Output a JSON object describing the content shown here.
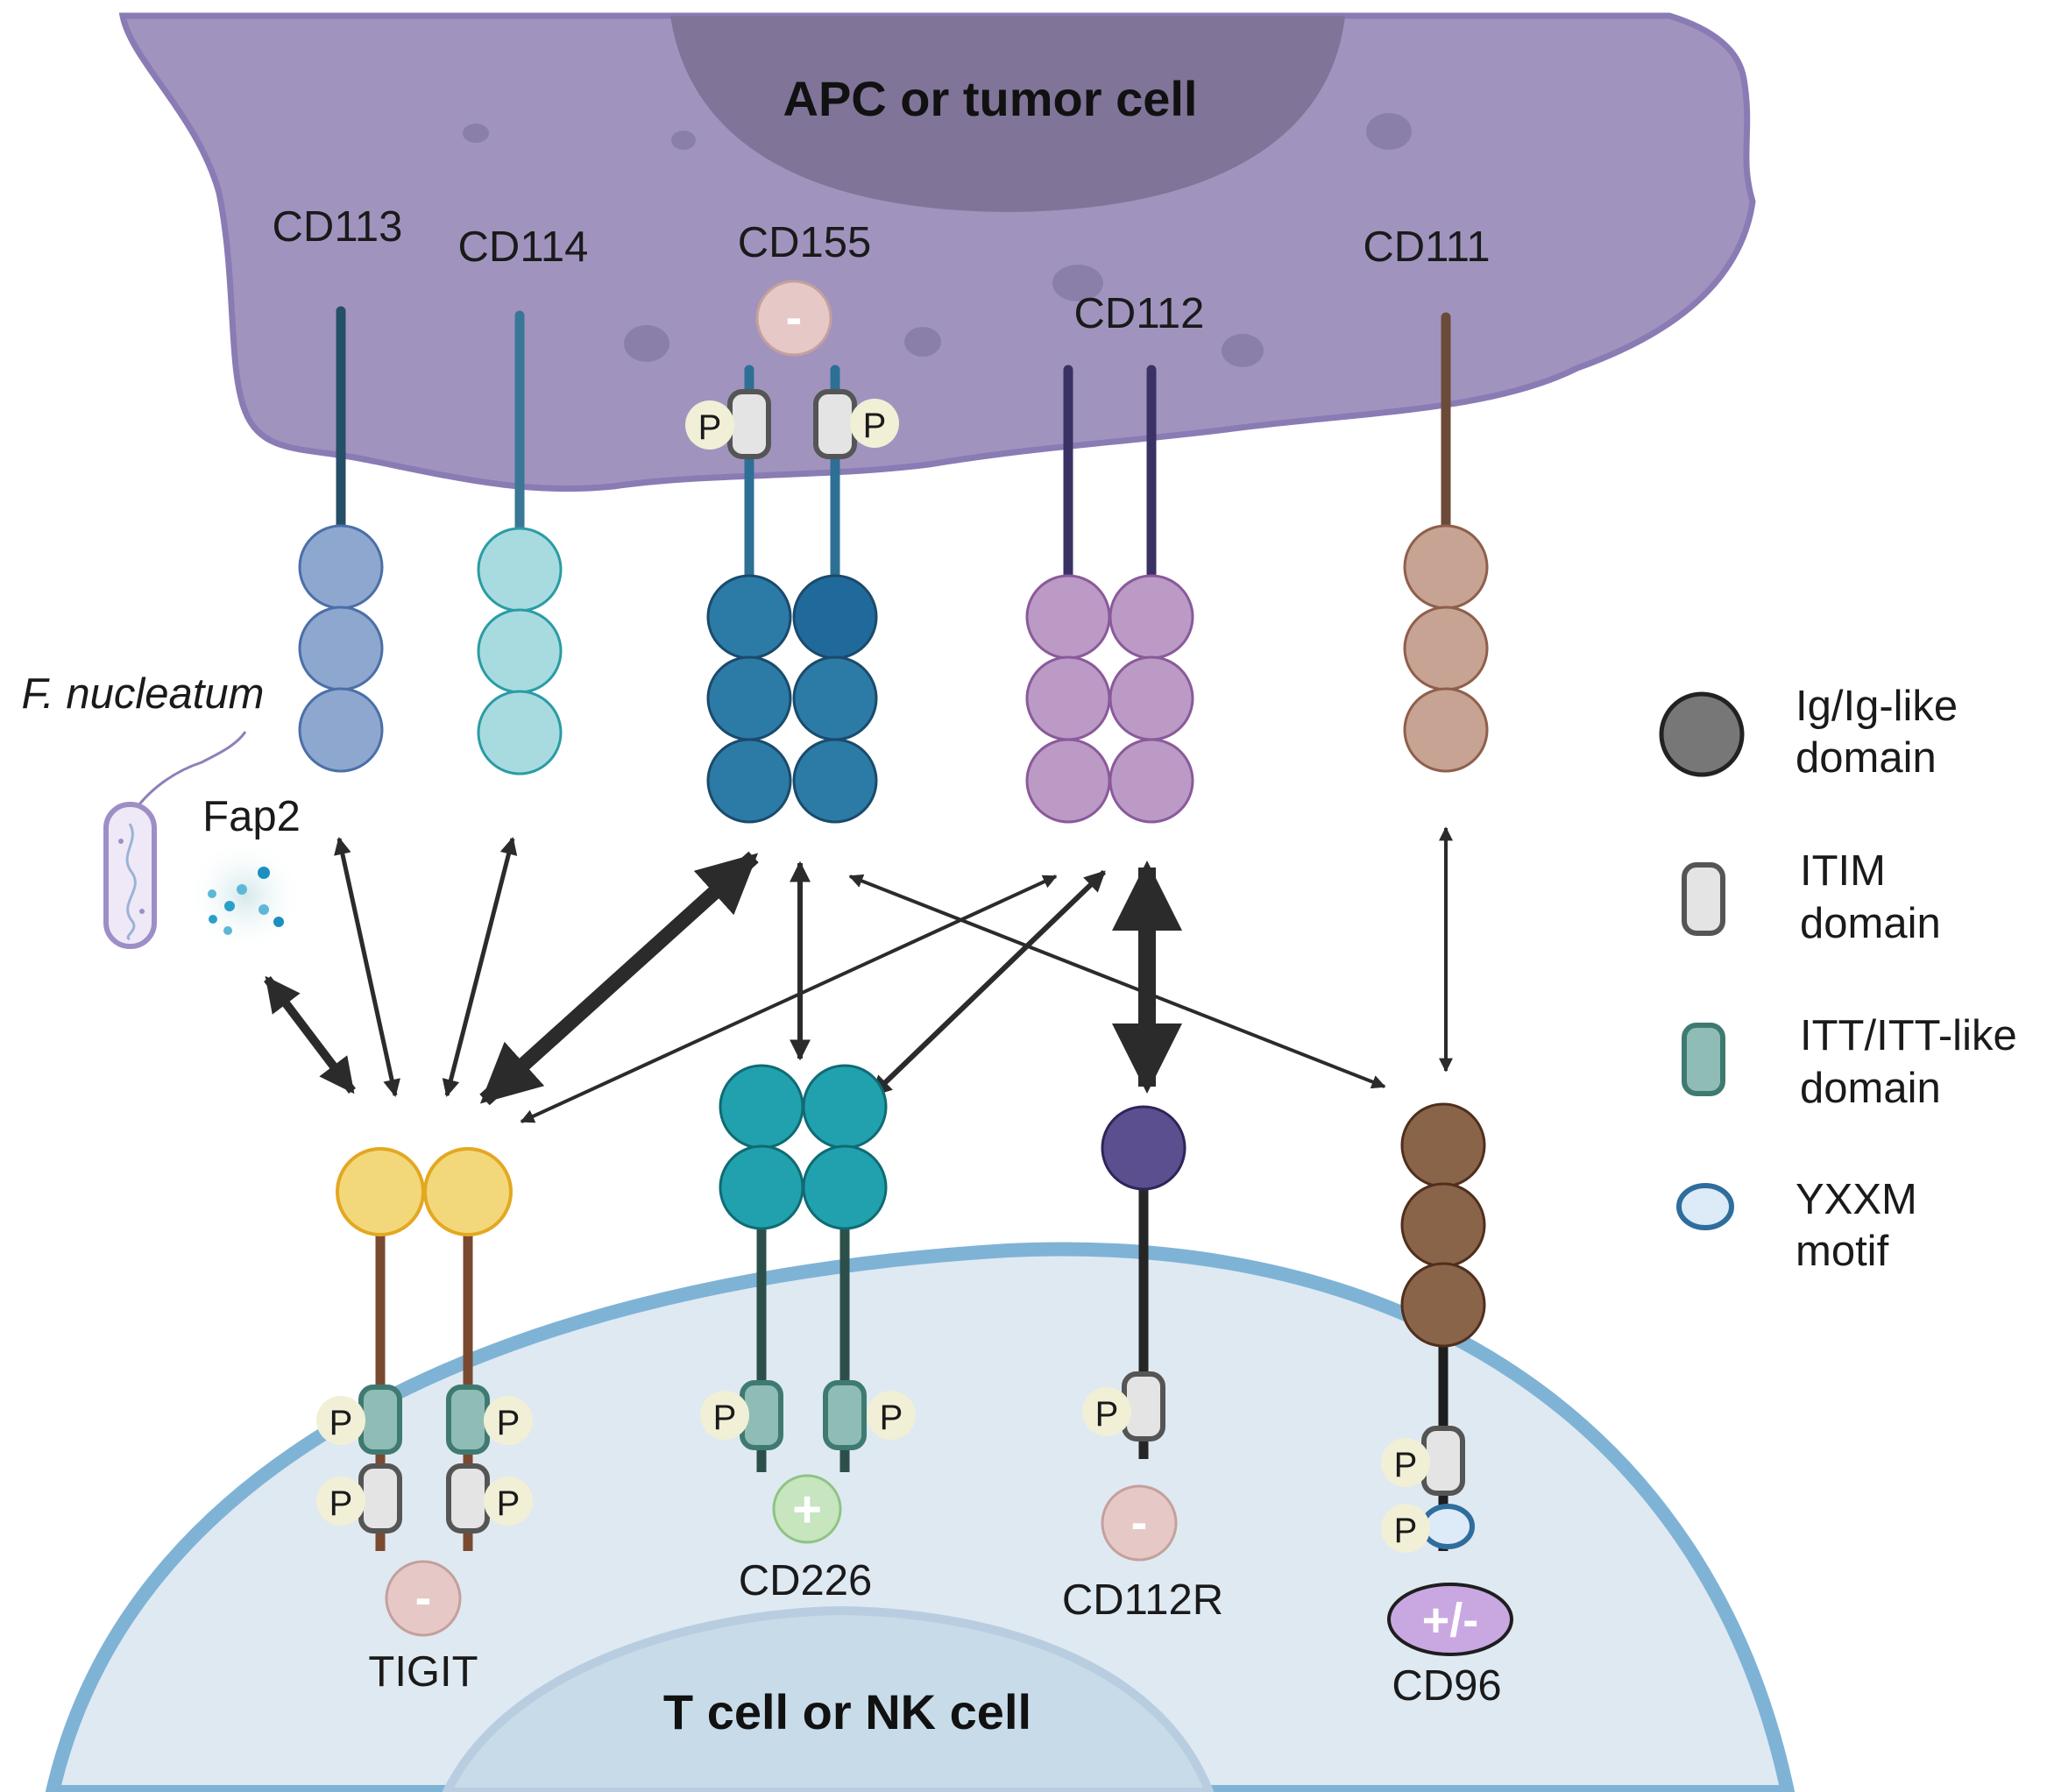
{
  "cells": {
    "apc_label": "APC or tumor cell",
    "tcell_label": "T cell  or NK cell"
  },
  "ligands": {
    "cd113": "CD113",
    "cd114": "CD114",
    "cd155": "CD155",
    "cd112": "CD112",
    "cd111": "CD111"
  },
  "receptors": {
    "tigit": "TIGIT",
    "cd226": "CD226",
    "cd112r": "CD112R",
    "cd96": "CD96"
  },
  "bacteria": {
    "name": "F. nucleatum",
    "protein": "Fap2"
  },
  "badges": {
    "phospho": "P",
    "inhibitory": "-",
    "activating": "+",
    "dual": "+/-"
  },
  "legend": {
    "ig_line1": "Ig/Ig-like",
    "ig_line2": "domain",
    "itim_line1": "ITIM",
    "itim_line2": "domain",
    "itt_line1": "ITT/ITT-like",
    "itt_line2": "domain",
    "yxxm_line1": "YXXM",
    "yxxm_line2": "motif"
  },
  "colors": {
    "apc_body": "#a094bf",
    "apc_nucleus": "#807499",
    "tcell_body": "#dfe9f2",
    "tcell_membrane": "#7fb3d6",
    "tcell_nucleus": "#c8dbe8",
    "cd113": "#8da7cf",
    "cd114": "#a8dbe0",
    "cd155": "#2b7ba6",
    "cd112": "#bb9ac6",
    "cd111": "#c6a392",
    "tigit": "#f3d77b",
    "cd226": "#21a1ad",
    "cd112r": "#5c4f8f",
    "cd96": "#8a6448",
    "itim": "#e4e4e4",
    "itt": "#8fbdb6",
    "yxxm": "#dcebf7"
  }
}
